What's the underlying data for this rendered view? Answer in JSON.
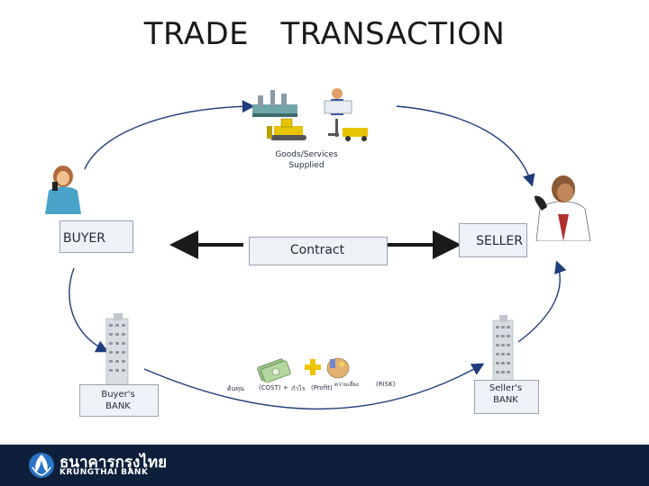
{
  "title": "TRADE   TRANSACTION",
  "nodes": {
    "buyer": "BUYER",
    "seller": "SELLER",
    "contract": "Contract",
    "goods": "Goods/Services\nSupplied",
    "buyer_bank": "Buyer's\nBANK",
    "seller_bank": "Seller's\nBANK"
  },
  "pricing": {
    "cost_thai": "ต้นทุน",
    "cost": "(COST)",
    "plus1": "+",
    "profit_thai": "กำไร",
    "profit": "(Profit)",
    "risk_thai": "ความเสี่ยง",
    "risk": "(RISK)"
  },
  "footer": {
    "logo_thai": "ธนาคารกรุงไทย",
    "logo_en": "KRUNGTHAI BANK"
  },
  "colors": {
    "arrow": "#1f3d7a",
    "footer_bg": "#0e1f3c",
    "box_border": "#9aa3b0"
  },
  "icons": [
    "buyer-person-icon",
    "seller-person-icon",
    "factory-icon",
    "worker-icon",
    "bulldozer-icon",
    "forklift-icon",
    "bank-building-icon",
    "money-icon",
    "plus-icon",
    "risk-hand-icon",
    "krungthai-logo-icon"
  ]
}
